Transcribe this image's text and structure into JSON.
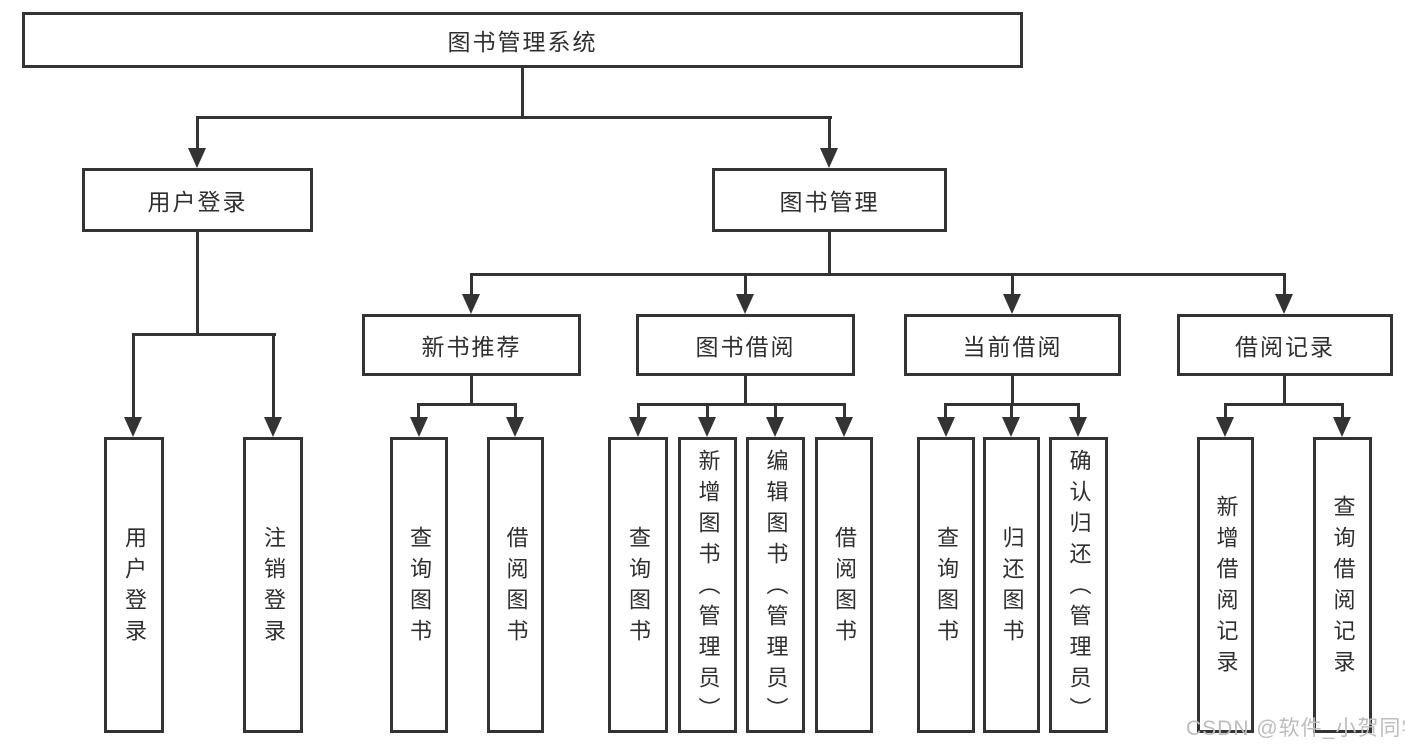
{
  "diagram": {
    "root": {
      "label": "图书管理系统"
    },
    "branches": [
      {
        "label": "用户登录",
        "children": [
          {
            "label": "用户登录"
          },
          {
            "label": "注销登录"
          }
        ]
      },
      {
        "label": "图书管理",
        "children": [
          {
            "label": "新书推荐",
            "children": [
              {
                "label": "查询图书"
              },
              {
                "label": "借阅图书"
              }
            ]
          },
          {
            "label": "图书借阅",
            "children": [
              {
                "label": "查询图书"
              },
              {
                "label": "新增图书（管理员）"
              },
              {
                "label": "编辑图书（管理员）"
              },
              {
                "label": "借阅图书"
              }
            ]
          },
          {
            "label": "当前借阅",
            "children": [
              {
                "label": "查询图书"
              },
              {
                "label": "归还图书"
              },
              {
                "label": "确认归还（管理员）"
              }
            ]
          },
          {
            "label": "借阅记录",
            "children": [
              {
                "label": "新增借阅记录"
              },
              {
                "label": "查询借阅记录"
              }
            ]
          }
        ]
      }
    ]
  },
  "watermark": {
    "text": "CSDN @软件_小贺同学"
  },
  "colors": {
    "line": "#333333",
    "text": "#2f2f2f",
    "watermark": "#bdbdbd",
    "background": "#ffffff"
  }
}
